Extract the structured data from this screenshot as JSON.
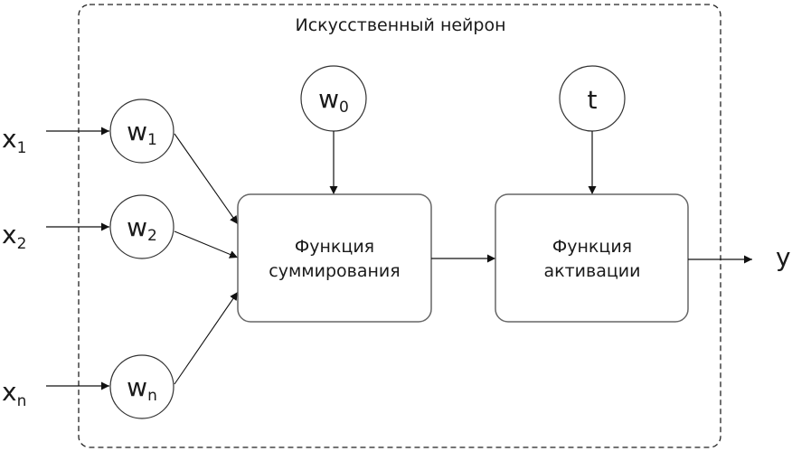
{
  "diagram": {
    "title": "Искусственный нейрон",
    "inputs": [
      {
        "base": "x",
        "sub": "1"
      },
      {
        "base": "x",
        "sub": "2"
      },
      {
        "base": "x",
        "sub": "n"
      }
    ],
    "weights": [
      {
        "base": "w",
        "sub": "1"
      },
      {
        "base": "w",
        "sub": "2"
      },
      {
        "base": "w",
        "sub": "n"
      }
    ],
    "bias": {
      "base": "w",
      "sub": "0"
    },
    "threshold": {
      "label": "t"
    },
    "sum_block": {
      "line1": "Функция",
      "line2": "суммирования"
    },
    "activation_block": {
      "line1": "Функция",
      "line2": "активации"
    },
    "output": {
      "label": "y"
    }
  }
}
